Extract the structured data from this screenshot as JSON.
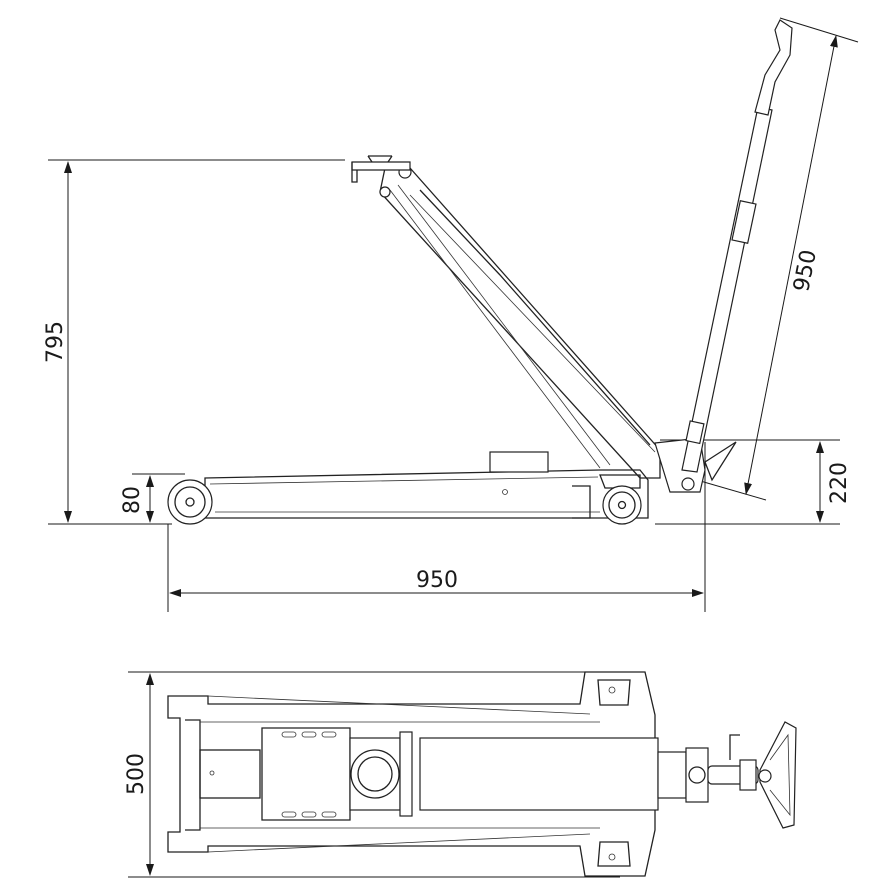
{
  "drawing": {
    "side_view": {
      "max_height_label": "795",
      "min_height_label": "80",
      "length_label": "950",
      "handle_pivot_height_label": "220",
      "handle_length_label": "950"
    },
    "top_view": {
      "width_label": "500"
    },
    "colors": {
      "line": "#222222",
      "background": "#ffffff"
    }
  }
}
